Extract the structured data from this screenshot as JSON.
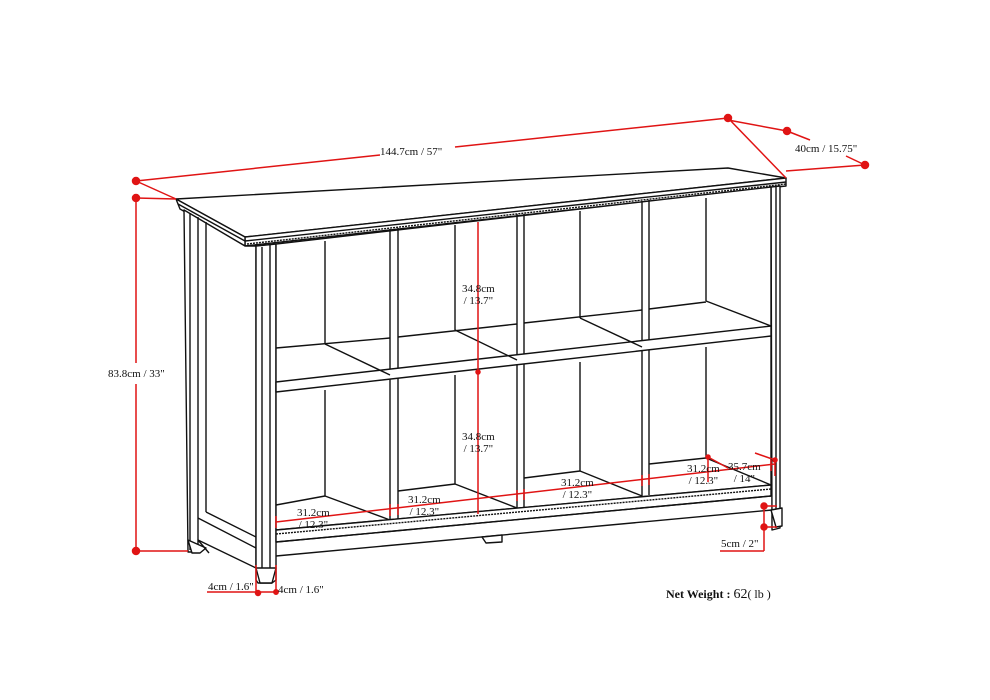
{
  "diagram": {
    "subject": "8-cube storage bookcase",
    "colors": {
      "outline": "#111111",
      "dimension": "#e01414",
      "background": "#ffffff"
    }
  },
  "dimensions": {
    "width": "144.7cm / 57\"",
    "depth": "40cm / 15.75\"",
    "height": "83.8cm / 33\"",
    "upper_cube_height": {
      "line1": "34.8cm",
      "line2": "/ 13.7\""
    },
    "lower_cube_height": {
      "line1": "34.8cm",
      "line2": "/ 13.7\""
    },
    "cube_depth": {
      "line1": "35.7cm",
      "line2": "/ 14\""
    },
    "cube_widths": [
      {
        "line1": "31.2cm",
        "line2": "/ 12.3\""
      },
      {
        "line1": "31.2cm",
        "line2": "/ 12.3\""
      },
      {
        "line1": "31.2cm",
        "line2": "/ 12.3\""
      },
      {
        "line1": "31.2cm",
        "line2": "/ 12.3\""
      }
    ],
    "leg_width_front": "4cm / 1.6\"",
    "leg_width_side": "4cm / 1.6\"",
    "leg_height": "5cm / 2\""
  },
  "net_weight": {
    "label": "Net Weight :",
    "value": "62",
    "unit": "( lb )"
  }
}
